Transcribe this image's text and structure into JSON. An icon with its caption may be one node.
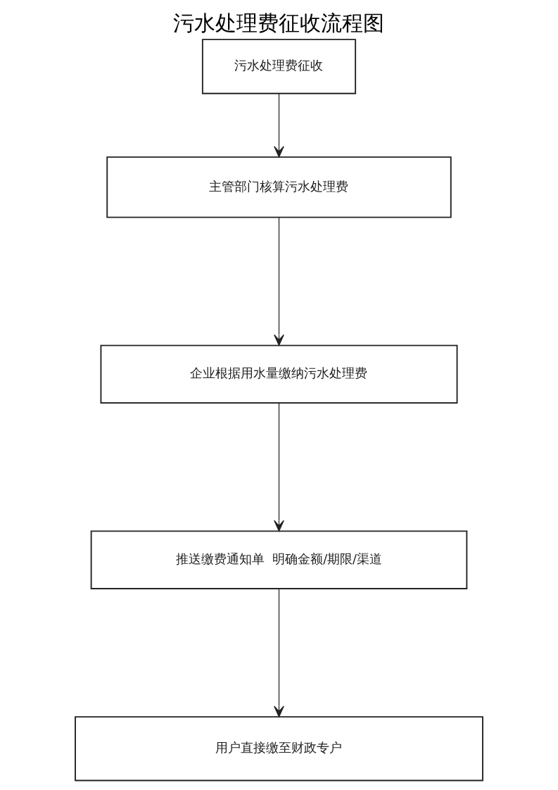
{
  "diagram": {
    "title": "污水处理费征收流程图",
    "nodes": [
      {
        "text": [
          "污水处理费征收"
        ]
      },
      {
        "text": [
          "主管部门核算污水处理费"
        ]
      },
      {
        "text": [
          "企业根据用水量缴纳污水处理费"
        ]
      },
      {
        "text": [
          "推送缴费通知单  明确金额/期限/渠道"
        ]
      },
      {
        "text": [
          "用户直接缴至财政专户"
        ]
      }
    ],
    "edges": [
      {
        "from": 0,
        "to": 1,
        "arrow": "to"
      },
      {
        "from": 1,
        "to": 2,
        "arrow": "to"
      },
      {
        "from": 2,
        "to": 3,
        "arrow": "to"
      },
      {
        "from": 3,
        "to": 4,
        "arrow": "to"
      }
    ]
  }
}
